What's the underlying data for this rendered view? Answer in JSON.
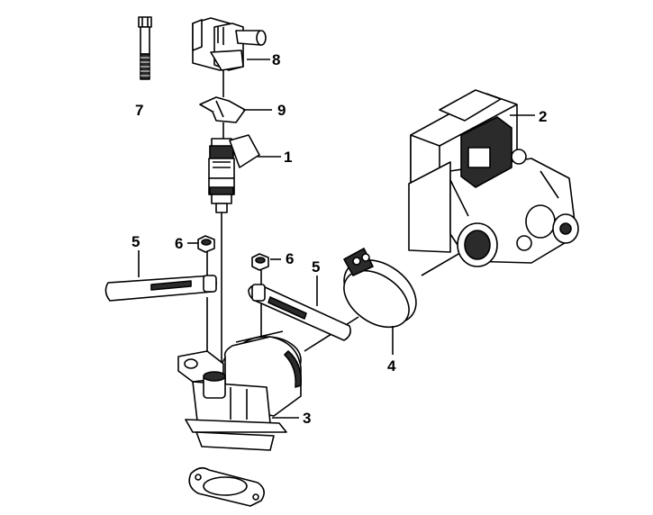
{
  "diagram": {
    "callouts": [
      {
        "id": "1",
        "text": "1"
      },
      {
        "id": "2",
        "text": "2"
      },
      {
        "id": "3",
        "text": "3"
      },
      {
        "id": "4",
        "text": "4"
      },
      {
        "id": "5a",
        "text": "5"
      },
      {
        "id": "5b",
        "text": "5"
      },
      {
        "id": "6a",
        "text": "6"
      },
      {
        "id": "6b",
        "text": "6"
      },
      {
        "id": "7",
        "text": "7"
      },
      {
        "id": "8",
        "text": "8"
      },
      {
        "id": "9",
        "text": "9"
      }
    ],
    "parts": [
      {
        "callout": "1",
        "name": "fuel-injector"
      },
      {
        "callout": "2",
        "name": "throttle-body"
      },
      {
        "callout": "3",
        "name": "intake-manifold"
      },
      {
        "callout": "4",
        "name": "hose-clamp"
      },
      {
        "callout": "5",
        "name": "clamp-band"
      },
      {
        "callout": "6",
        "name": "nut"
      },
      {
        "callout": "7",
        "name": "bolt"
      },
      {
        "callout": "8",
        "name": "injector-cap"
      },
      {
        "callout": "9",
        "name": "retaining-clip"
      }
    ]
  }
}
